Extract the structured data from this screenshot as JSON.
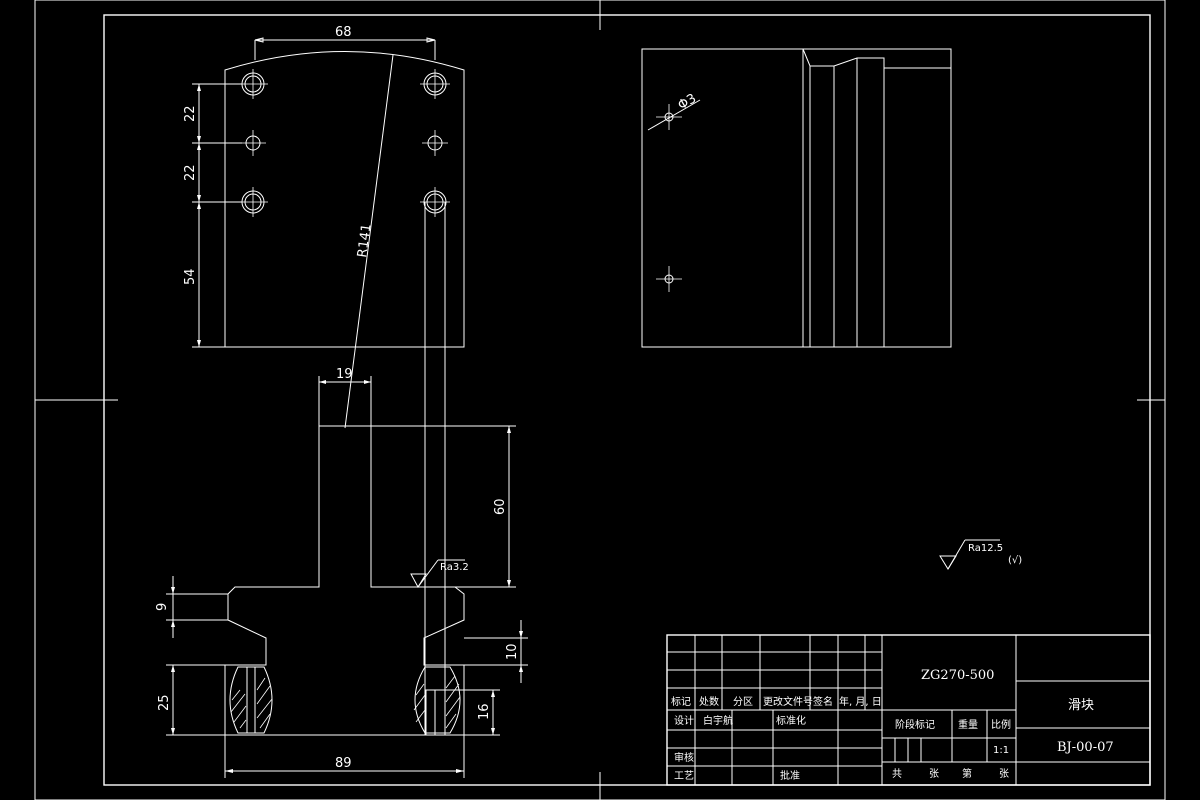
{
  "drawing": {
    "material": "ZG270-500",
    "part_name": "滑块",
    "drawing_no": "BJ-00-07",
    "scale": "1:1",
    "roughness_general": "Ra12.5",
    "roughness_suffix": "(√)",
    "roughness_local": "Ra3.2",
    "radius_label": "R141",
    "hole_label": "Φ3"
  },
  "dimensions": {
    "width_top": "68",
    "hole_pitch_1": "22",
    "hole_pitch_2": "22",
    "hole_to_bottom": "54",
    "neck_width": "19",
    "neck_height": "60",
    "flange_thickness": "9",
    "lower_step": "10",
    "base_height": "25",
    "slot_depth": "16",
    "base_width": "89"
  },
  "title_block": {
    "mark": "标记",
    "count": "处数",
    "zone": "分区",
    "change_doc": "更改文件号",
    "sign": "签名",
    "date": "年, 月, 日",
    "design": "设计",
    "designer": "白宇航",
    "standardize": "标准化",
    "stage_mark": "阶段标记",
    "weight": "重量",
    "scale_label": "比例",
    "review": "审核",
    "process": "工艺",
    "approve": "批准",
    "total": "共",
    "sheets": "张",
    "sheet_no": "第",
    "sheet": "张"
  }
}
